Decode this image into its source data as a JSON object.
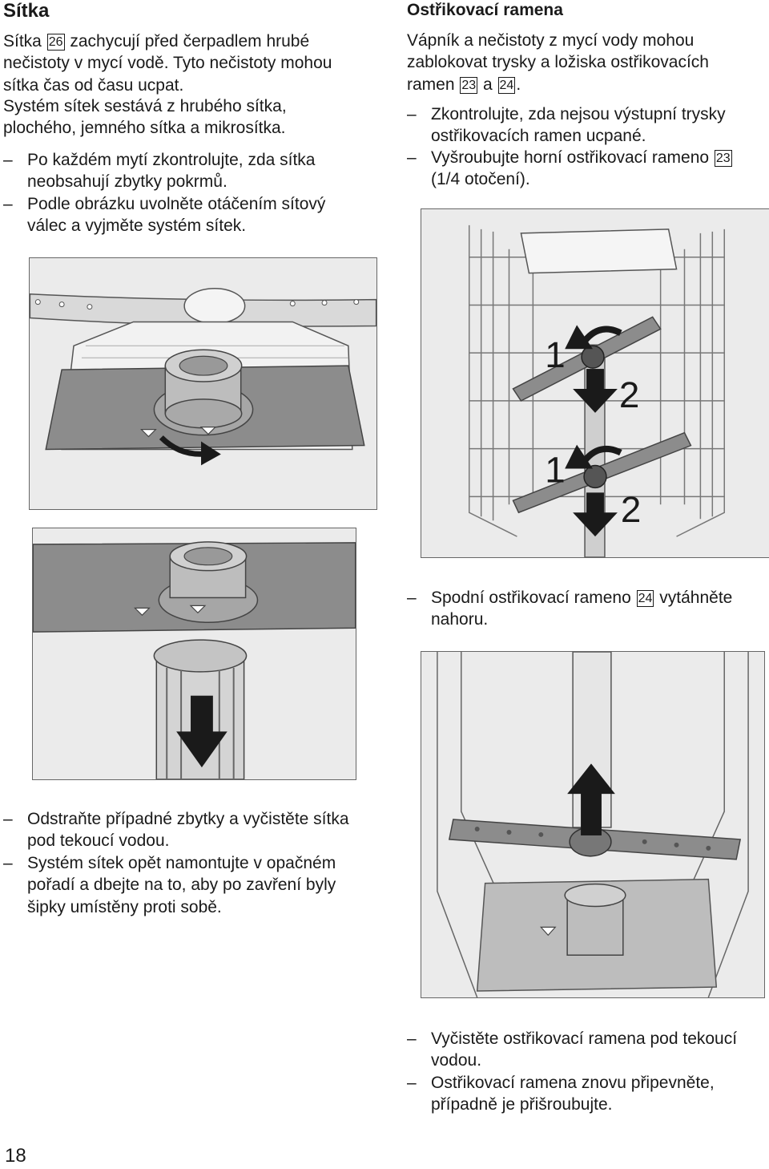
{
  "left": {
    "title": "Sítka",
    "intro": {
      "p1_before": "Sítka ",
      "p1_ref": "26",
      "p1_after": " zachycují před čerpadlem hrubé nečistoty v mycí vodě. Tyto nečistoty mohou sítka čas od času ucpat.",
      "p2": "Systém sítek sestává z hrubého sítka, plochého, jemného sítka a mikrosítka."
    },
    "steps_top": [
      "Po každém mytí zkontrolujte, zda sítka neobsahují zbytky pokrmů.",
      "Podle obrázku uvolněte otáčením sítový válec a vyjměte systém sítek."
    ],
    "steps_bottom": [
      "Odstraňte případné zbytky a vyčistěte sítka pod tekoucí vodou.",
      "Systém sítek opět namontujte v opačném pořadí a dbejte na to, aby po zavření byly šipky umístěny proti sobě."
    ]
  },
  "right": {
    "title": "Ostřikovací ramena",
    "intro": {
      "before": "Vápník a nečistoty z mycí vody mohou zablokovat trysky a ložiska ostřikovacích ramen ",
      "ref1": "23",
      "mid": " a ",
      "ref2": "24",
      "after": "."
    },
    "step1": "Zkontrolujte, zda nejsou výstupní trysky ostřikovacích ramen ucpané.",
    "step2": {
      "before": "Vyšroubujte horní ostřikovací rameno ",
      "ref": "23",
      "after": " (1/4 otočení)."
    },
    "figure_labels": {
      "a1": "1",
      "a2": "2",
      "b1": "1",
      "b2": "2"
    },
    "step3": {
      "before": "Spodní ostřikovací rameno ",
      "ref": "24",
      "after": " vytáhněte nahoru."
    },
    "steps_bottom": [
      "Vyčistěte ostřikovací ramena pod tekoucí vodou.",
      "Ostřikovací ramena znovu připevněte, případně je přišroubujte."
    ]
  },
  "page_number": "18",
  "colors": {
    "figure_bg": "#ebebeb",
    "arrow": "#1a1a1a",
    "plate": "#8c8c8c"
  }
}
